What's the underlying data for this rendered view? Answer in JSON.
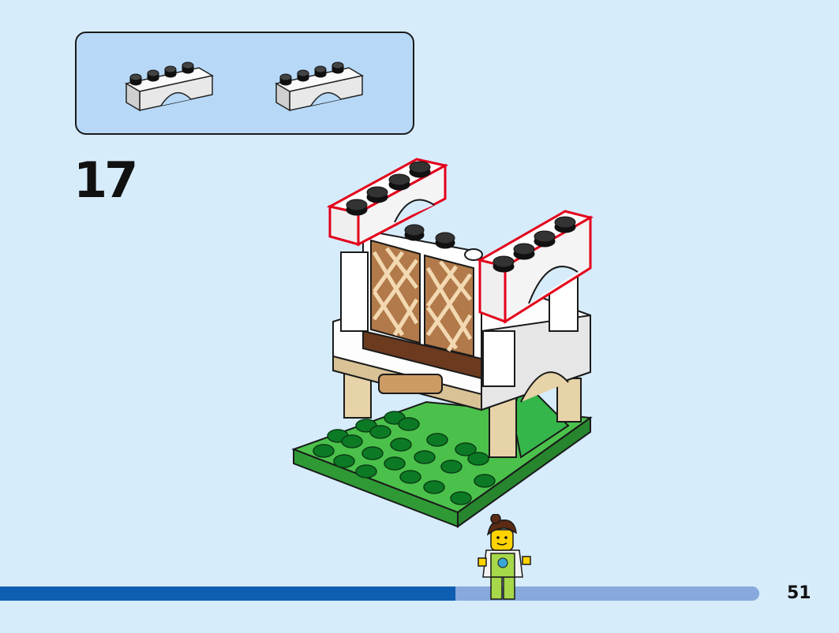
{
  "step": {
    "number": "17"
  },
  "page": {
    "number": "51"
  },
  "parts_box": {
    "parts": [
      {
        "icon": "white-arch-1x4-brick"
      },
      {
        "icon": "white-arch-1x4-brick"
      }
    ]
  },
  "progress": {
    "fraction": 0.6
  },
  "colors": {
    "background": "#d6ecfb",
    "parts_box": "#b7d9f7",
    "progress_done": "#0e5fb1",
    "progress_remaining": "#87a9dc",
    "highlight": "#e3001b"
  }
}
